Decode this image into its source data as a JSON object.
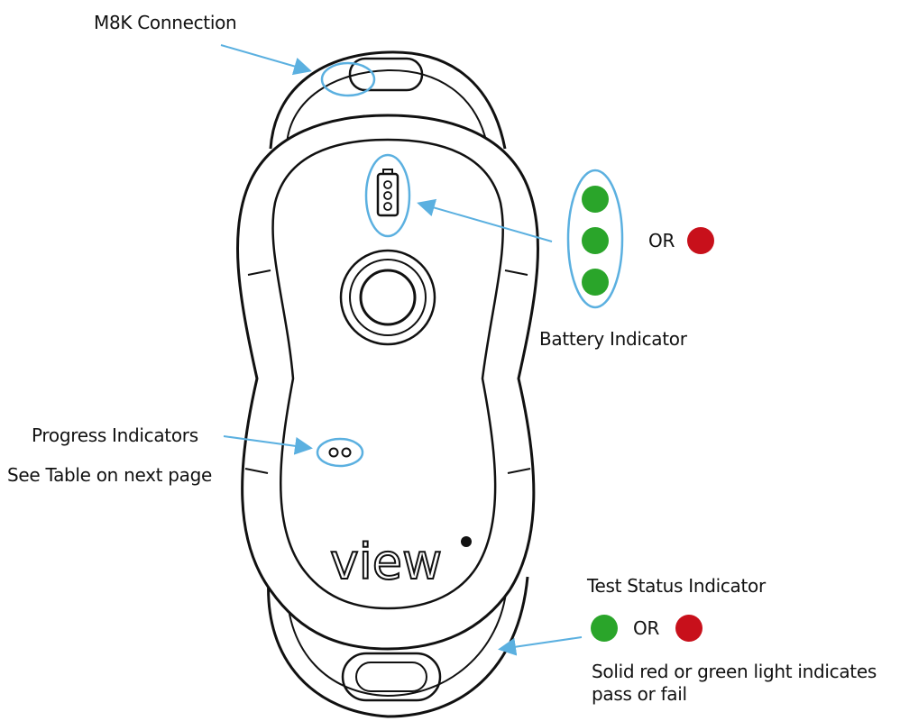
{
  "labels": {
    "m8k": "M8K Connection",
    "battery": "Battery Indicator",
    "progress": "Progress Indicators",
    "progress_note": "See Table on next page",
    "test_status": "Test Status Indicator",
    "battery_or": "OR",
    "test_or": "OR",
    "test_note_line1": "Solid red or green light indicates",
    "test_note_line2": "pass or fail",
    "logo": "view"
  },
  "colors": {
    "green": "#2aa52a",
    "red": "#c8101b",
    "callout": "#5bb0e0",
    "outline": "#111111"
  }
}
